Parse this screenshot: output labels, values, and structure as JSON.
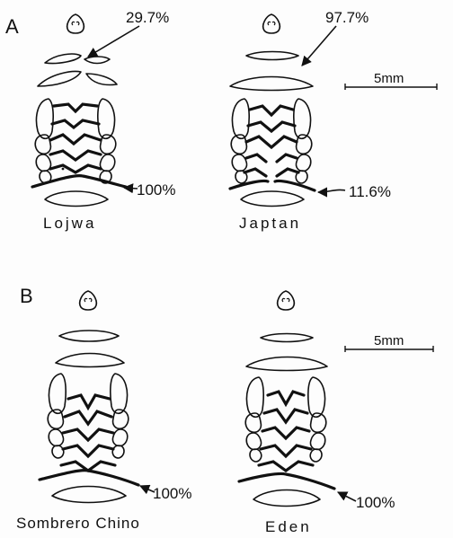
{
  "panels": {
    "a": {
      "label": "A",
      "scale_label": "5mm",
      "left": {
        "name": "Lojwa",
        "top_pct": "29.7%",
        "bottom_pct": "100%"
      },
      "right": {
        "name": "Japtan",
        "top_pct": "97.7%",
        "bottom_pct": "11.6%"
      }
    },
    "b": {
      "label": "B",
      "scale_label": "5mm",
      "left": {
        "name": "Sombrero Chino",
        "bottom_pct": "100%"
      },
      "right": {
        "name": "Eden",
        "bottom_pct": "100%"
      }
    }
  }
}
